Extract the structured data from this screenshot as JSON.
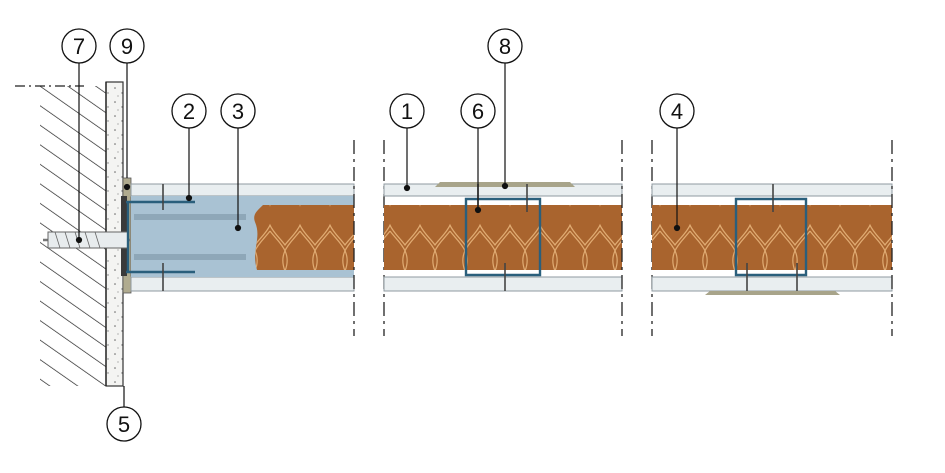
{
  "callouts": [
    {
      "id": "1",
      "label": "1"
    },
    {
      "id": "2",
      "label": "2"
    },
    {
      "id": "3",
      "label": "3"
    },
    {
      "id": "4",
      "label": "4"
    },
    {
      "id": "5",
      "label": "5"
    },
    {
      "id": "6",
      "label": "6"
    },
    {
      "id": "7",
      "label": "7"
    },
    {
      "id": "8",
      "label": "8"
    },
    {
      "id": "9",
      "label": "9"
    }
  ],
  "colors": {
    "board": "#e9eef0",
    "board_edge": "#8f9aa0",
    "insulation": "#a9642e",
    "insulation_curve": "#d9a56c",
    "stud_blue": "#2a5f7c",
    "cavity_blue": "#a9c2d3",
    "wall_hatch": "#222222",
    "joint_compound": "#a8a48a"
  }
}
